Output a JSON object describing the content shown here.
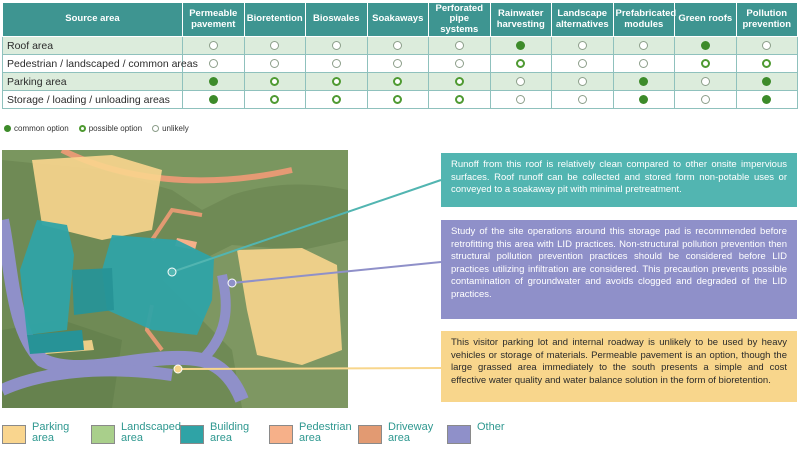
{
  "table": {
    "header_first": "Source area",
    "columns": [
      "Permeable pavement",
      "Bioretention",
      "Bioswales",
      "Soakaways",
      "Perforated pipe systems",
      "Rainwater harvesting",
      "Landscape alternatives",
      "Prefabricated modules",
      "Green roofs",
      "Pollution prevention"
    ],
    "rows": [
      {
        "label": "Roof area",
        "values": [
          "u",
          "u",
          "u",
          "u",
          "u",
          "c",
          "u",
          "u",
          "c",
          "u"
        ]
      },
      {
        "label": "Pedestrian / landscaped / common areas",
        "values": [
          "u",
          "u",
          "u",
          "u",
          "u",
          "p",
          "u",
          "u",
          "p",
          "p"
        ]
      },
      {
        "label": "Parking area",
        "values": [
          "c",
          "p",
          "p",
          "p",
          "p",
          "u",
          "u",
          "c",
          "u",
          "c"
        ]
      },
      {
        "label": "Storage / loading / unloading areas",
        "values": [
          "c",
          "p",
          "p",
          "p",
          "p",
          "u",
          "u",
          "c",
          "u",
          "c"
        ]
      }
    ]
  },
  "symbol_legend": [
    {
      "key": "c",
      "label": "common option"
    },
    {
      "key": "p",
      "label": "possible option"
    },
    {
      "key": "u",
      "label": "unlikely"
    }
  ],
  "callouts": [
    {
      "text": "Runoff from this roof is relatively clean compared to other onsite impervious surfaces. Roof runoff can be collected and stored form non-potable uses or conveyed to a soakaway pit with minimal pretreatment.",
      "color": "#52b5b1"
    },
    {
      "text": "Study of the site operations around this storage pad is recommended before retrofitting this area with LID practices. Non-structural pollution prevention then structural pollution prevention practices should be considered before LID practices utilizing infiltration are considered. This precaution prevents possible contamination of groundwater and avoids clogged and degraded of the LID practices.",
      "color": "#8f90c9"
    },
    {
      "text": "This visitor parking lot and internal roadway is unlikely to be used by heavy vehicles or storage of materials. Permeable pavement is an option, though the large grassed area immediately to the south presents a simple and cost effective water quality and water balance solution in the form of bioretention.",
      "color": "#f8d68c"
    }
  ],
  "area_legend": [
    {
      "line1": "Parking",
      "line2": "area",
      "color": "#f9d58e"
    },
    {
      "line1": "Landscaped",
      "line2": "area",
      "color": "#a9cf8b"
    },
    {
      "line1": "Building",
      "line2": "area",
      "color": "#2fa3a6"
    },
    {
      "line1": "Pedestrian",
      "line2": "area",
      "color": "#f6b089"
    },
    {
      "line1": "Driveway",
      "line2": "area",
      "color": "#e29a72"
    },
    {
      "line1": "Other",
      "line2": "",
      "color": "#8f90c9"
    }
  ]
}
